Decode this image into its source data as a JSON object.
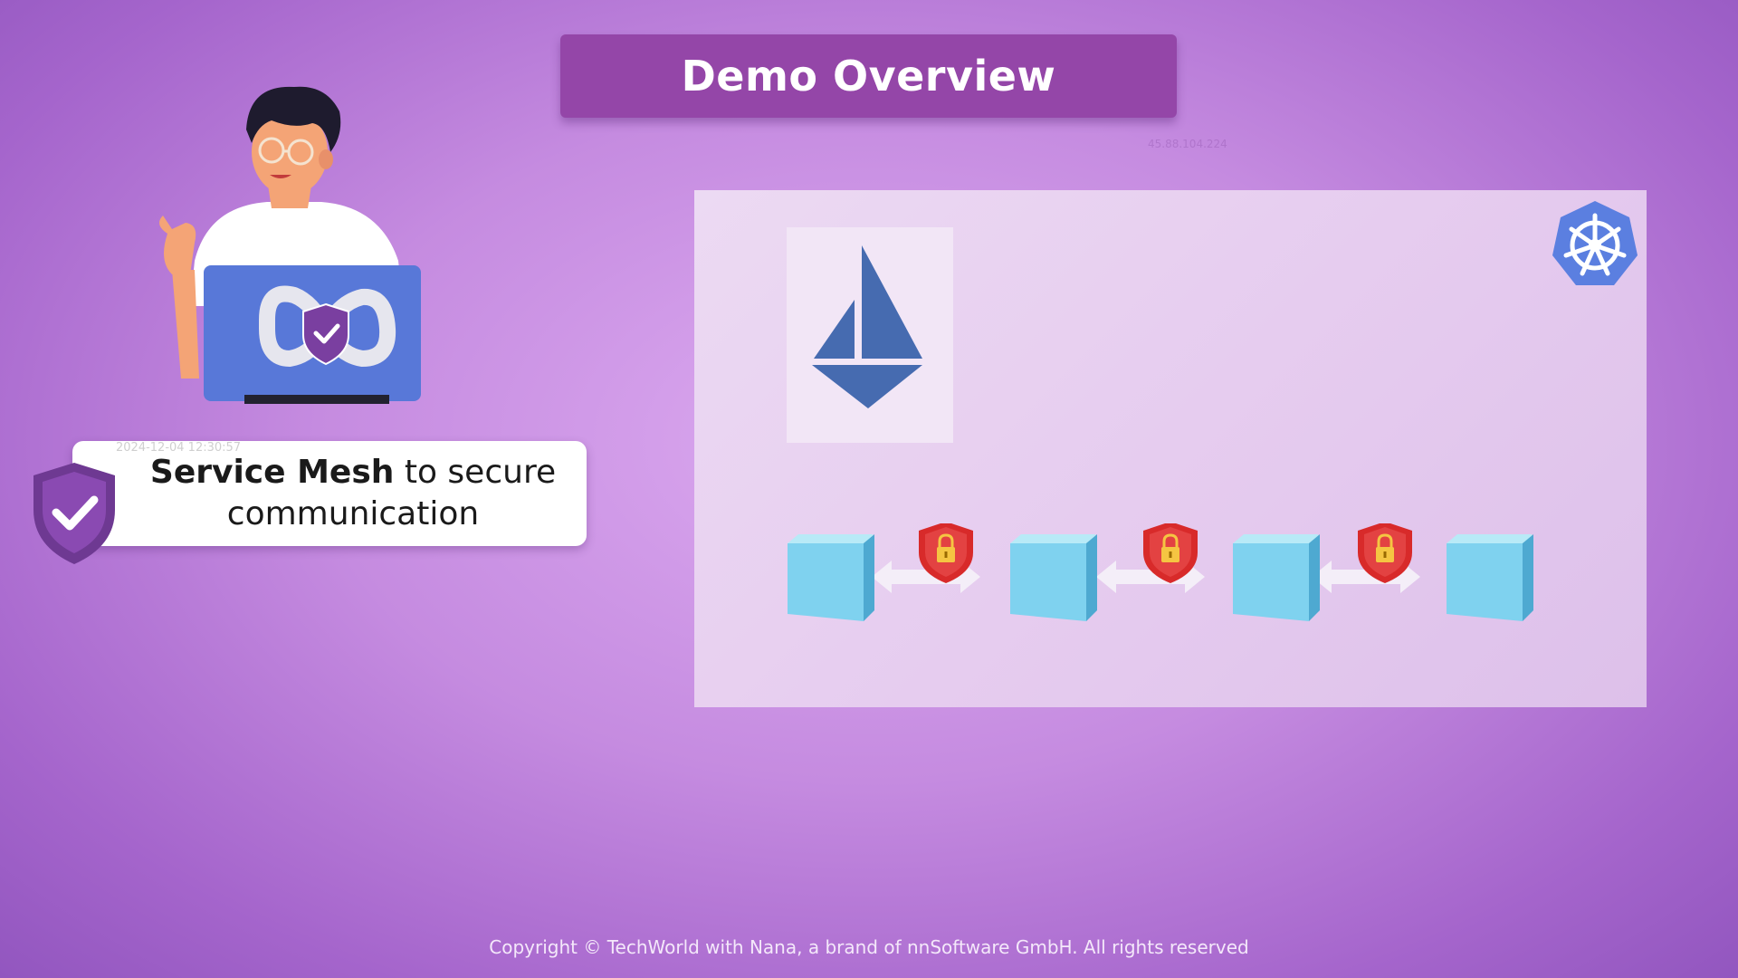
{
  "header": {
    "title": "Demo Overview"
  },
  "watermark": {
    "ip": "45.88.104.224",
    "date": "2024-12-04 12:30:57"
  },
  "callout": {
    "bold": "Service Mesh",
    "rest": "to secure",
    "line2": "communication"
  },
  "footer": {
    "copyright": "Copyright © TechWorld with Nana, a brand of nnSoftware GmbH. All rights reserved"
  },
  "icons": {
    "character": "developer-character-icon",
    "callout_shield": "shield-check-icon",
    "istio": "istio-sailboat-icon",
    "kubernetes": "kubernetes-helm-icon",
    "service": "cube-icon",
    "secure_link": "shield-lock-icon"
  },
  "diagram": {
    "services": 4,
    "secured_links": 3
  },
  "colors": {
    "title_bar": "#9446a8",
    "cube": "#7fd2ef",
    "lock_shield": "#d82a2a",
    "istio": "#466bb0",
    "kubernetes": "#326ce5"
  }
}
